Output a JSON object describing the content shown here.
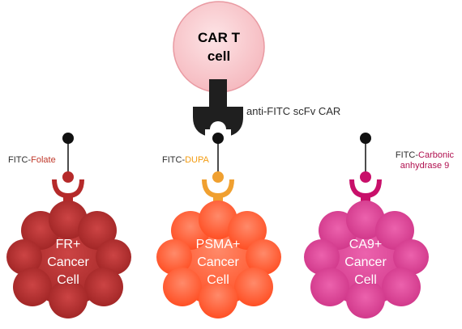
{
  "car_t": {
    "line1": "CAR T",
    "line2": "cell"
  },
  "car_label": "anti-FITC scFv CAR",
  "ligands": [
    {
      "prefix": "FITC-",
      "name": "Folate",
      "name_color": "#c0392b"
    },
    {
      "prefix": "FITC-",
      "name": "DUPA",
      "name_color": "#f39c12"
    },
    {
      "prefix": "FITC-",
      "name_line1": "Carbonic",
      "name_line2": "anhydrase 9",
      "name_color": "#b0104f"
    }
  ],
  "cells": [
    {
      "line1": "FR+",
      "line2": "Cancer",
      "line3": "Cell",
      "color": "#b93333"
    },
    {
      "line1": "PSMA+",
      "line2": "Cancer",
      "line3": "Cell",
      "color": "#ff6640"
    },
    {
      "line1": "CA9+",
      "line2": "Cancer",
      "line3": "Cell",
      "color": "#e0479a"
    }
  ],
  "colors": {
    "car_t_fill": "#f7c3c8",
    "receptor_dark": "#1f1f1f",
    "fitc": "#111111"
  }
}
